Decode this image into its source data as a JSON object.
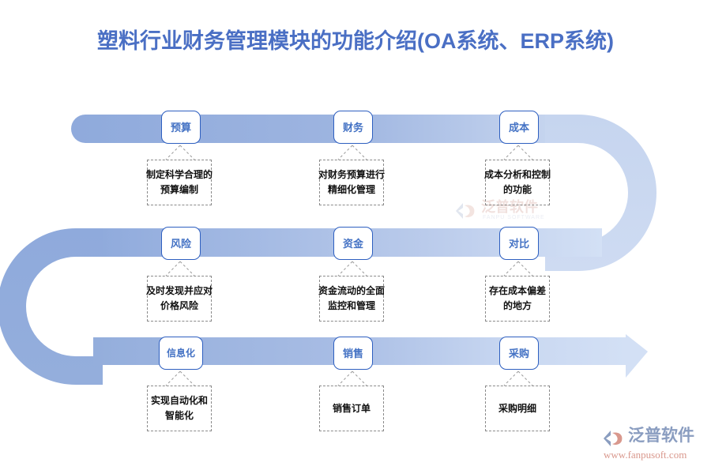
{
  "page": {
    "title": "塑料行业财务管理模块的功能介绍(OA系统、ERP系统)",
    "title_color": "#4A6FC4",
    "background": "#ffffff"
  },
  "brand": {
    "name": "泛普软件",
    "url": "www.fanpusoft.com",
    "watermark_name": "泛普软件",
    "watermark_sub": "FANPU SOFTWARE",
    "logo_mark_color": "#8a9dc0",
    "logo_accent_color": "#d9988d"
  },
  "ribbon": {
    "dark_blue": "#8FAADC",
    "mid_blue": "#B7C9E8",
    "light_blue": "#D3E0F5",
    "arrow_color": "#D3E0F5"
  },
  "flow": {
    "rows": [
      {
        "row_index": 1,
        "direction": "left-to-right",
        "nodes": [
          {
            "label": "预算",
            "desc": "制定科学合理的\n预算编制",
            "desc_lines": [
              "制定科学合理的",
              "预算编制"
            ]
          },
          {
            "label": "财务",
            "desc": "对财务预算进行\n精细化管理",
            "desc_lines": [
              "对财务预算进行",
              "精细化管理"
            ]
          },
          {
            "label": "成本",
            "desc": "成本分析和控制\n的功能",
            "desc_lines": [
              "成本分析和控制",
              "的功能"
            ]
          }
        ]
      },
      {
        "row_index": 2,
        "direction": "right-to-left",
        "nodes": [
          {
            "label": "风险",
            "desc": "及时发现并应对\n价格风险",
            "desc_lines": [
              "及时发现并应对",
              "价格风险"
            ]
          },
          {
            "label": "资金",
            "desc": "资金流动的全面\n监控和管理",
            "desc_lines": [
              "资金流动的全面",
              "监控和管理"
            ]
          },
          {
            "label": "对比",
            "desc": "存在成本偏差\n的地方",
            "desc_lines": [
              "存在成本偏差",
              "的地方"
            ]
          }
        ]
      },
      {
        "row_index": 3,
        "direction": "left-to-right",
        "nodes": [
          {
            "label": "信息化",
            "desc": "实现自动化和\n智能化",
            "desc_lines": [
              "实现自动化和",
              "智能化"
            ]
          },
          {
            "label": "销售",
            "desc": "销售订单",
            "desc_lines": [
              "销售订单"
            ]
          },
          {
            "label": "采购",
            "desc": "采购明细",
            "desc_lines": [
              "采购明细"
            ]
          }
        ]
      }
    ]
  }
}
